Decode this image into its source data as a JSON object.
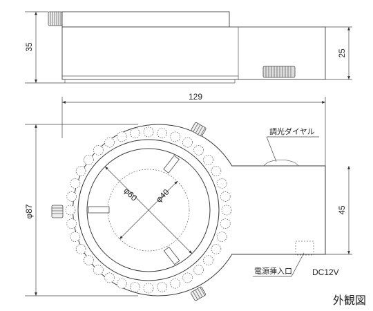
{
  "dimensions": {
    "height_total": "35",
    "height_body": "25",
    "width_total": "129",
    "diameter_outer": "φ87",
    "diameter_60": "φ60",
    "diameter_40": "φ40",
    "arm_height": "45"
  },
  "labels": {
    "dimmer_dial": "調光ダイヤル",
    "power_jack": "電源挿入口",
    "voltage": "DC12V",
    "drawing_title": "外観図"
  }
}
